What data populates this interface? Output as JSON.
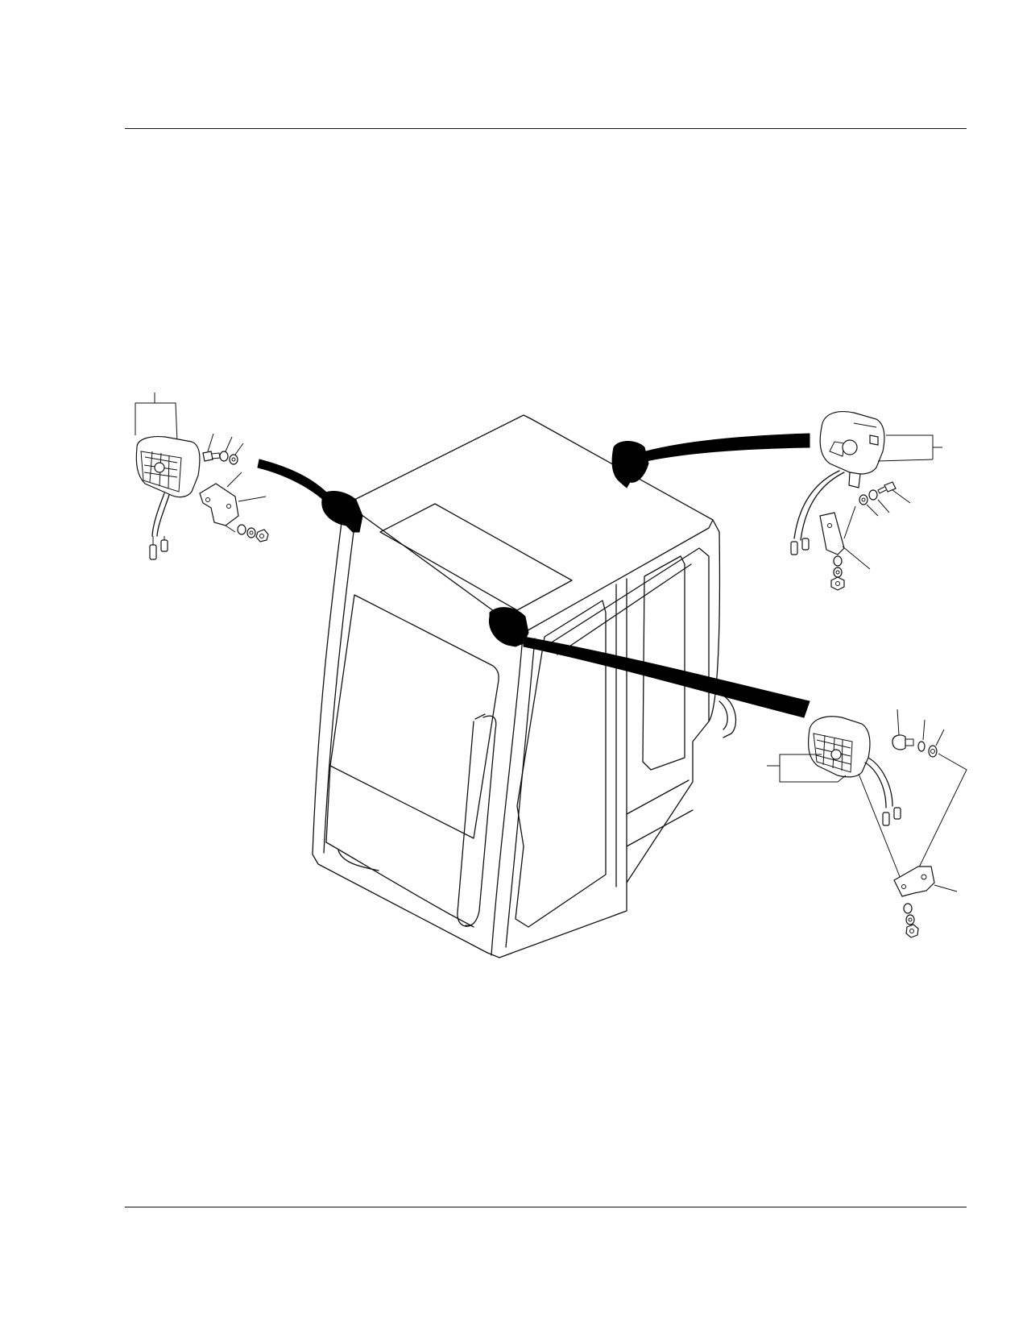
{
  "page": {
    "background": "#ffffff",
    "ink_color": "#111111"
  },
  "diagram": {
    "subject_icons": {
      "cab": "operator-cab-drawing",
      "lamp": "work-lamp-icon",
      "leader": "leader-line"
    },
    "lamp_assemblies": [
      {
        "id": "front-left-lamp",
        "parts": [
          "lamp",
          "bolt",
          "washer",
          "lock-washer",
          "bracket",
          "washer",
          "lock-washer",
          "nut"
        ]
      },
      {
        "id": "rear-right-lamp",
        "parts": [
          "lamp",
          "bolt",
          "washer",
          "lock-washer",
          "bracket",
          "washer",
          "lock-washer",
          "nut"
        ]
      },
      {
        "id": "front-right-lamp",
        "parts": [
          "lamp",
          "bolt",
          "lock-washer",
          "washer",
          "bracket",
          "washer",
          "lock-washer",
          "nut"
        ]
      }
    ]
  }
}
